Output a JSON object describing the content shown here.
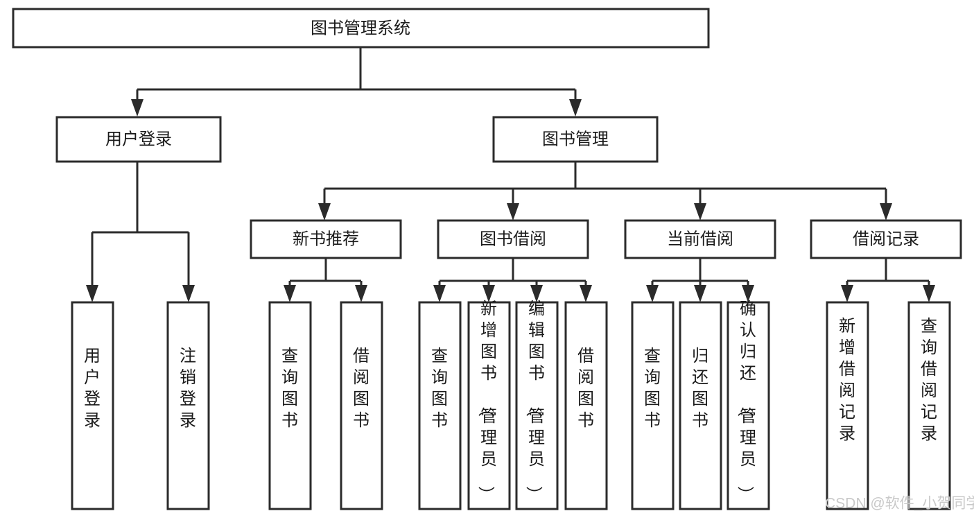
{
  "diagram": {
    "title": "图书管理系统",
    "type": "tree",
    "orientation": "top-down",
    "background_color": "#ffffff",
    "line_color": "#2b2b2b",
    "box_fill": "#ffffff",
    "text_color": "#1a1a1a",
    "levels": 4,
    "root": {
      "id": "root",
      "label": "图书管理系统",
      "text_orientation": "horizontal"
    },
    "level2": [
      {
        "id": "user-login",
        "label": "用户登录",
        "text_orientation": "horizontal"
      },
      {
        "id": "book-manage",
        "label": "图书管理",
        "text_orientation": "horizontal"
      }
    ],
    "level3": [
      {
        "id": "new-book-recommend",
        "label": "新书推荐",
        "parent": "book-manage",
        "text_orientation": "horizontal"
      },
      {
        "id": "book-borrow",
        "label": "图书借阅",
        "parent": "book-manage",
        "text_orientation": "horizontal"
      },
      {
        "id": "current-borrow",
        "label": "当前借阅",
        "parent": "book-manage",
        "text_orientation": "horizontal"
      },
      {
        "id": "borrow-record",
        "label": "借阅记录",
        "parent": "book-manage",
        "text_orientation": "horizontal"
      }
    ],
    "leaves": [
      {
        "id": "leaf-user-login",
        "label": "用户登录",
        "parent": "user-login",
        "text_orientation": "vertical"
      },
      {
        "id": "leaf-user-logout",
        "label": "注销登录",
        "parent": "user-login",
        "text_orientation": "vertical"
      },
      {
        "id": "leaf-query-book-1",
        "label": "查询图书",
        "parent": "new-book-recommend",
        "text_orientation": "vertical"
      },
      {
        "id": "leaf-borrow-book-1",
        "label": "借阅图书",
        "parent": "new-book-recommend",
        "text_orientation": "vertical"
      },
      {
        "id": "leaf-query-book-2",
        "label": "查询图书",
        "parent": "book-borrow",
        "text_orientation": "vertical"
      },
      {
        "id": "leaf-add-book",
        "label": "新增图书（管理员）",
        "parent": "book-borrow",
        "text_orientation": "vertical"
      },
      {
        "id": "leaf-edit-book",
        "label": "编辑图书（管理员）",
        "parent": "book-borrow",
        "text_orientation": "vertical"
      },
      {
        "id": "leaf-borrow-book-2",
        "label": "借阅图书",
        "parent": "book-borrow",
        "text_orientation": "vertical"
      },
      {
        "id": "leaf-query-book-3",
        "label": "查询图书",
        "parent": "current-borrow",
        "text_orientation": "vertical"
      },
      {
        "id": "leaf-return-book",
        "label": "归还图书",
        "parent": "current-borrow",
        "text_orientation": "vertical"
      },
      {
        "id": "leaf-confirm-return",
        "label": "确认归还（管理员）",
        "parent": "current-borrow",
        "text_orientation": "vertical"
      },
      {
        "id": "leaf-add-record",
        "label": "新增借阅记录",
        "parent": "borrow-record",
        "text_orientation": "vertical"
      },
      {
        "id": "leaf-query-record",
        "label": "查询借阅记录",
        "parent": "borrow-record",
        "text_orientation": "vertical"
      }
    ]
  },
  "watermark": {
    "text": "CSDN @软件_小贺同学",
    "color": "#c9c9c9"
  }
}
